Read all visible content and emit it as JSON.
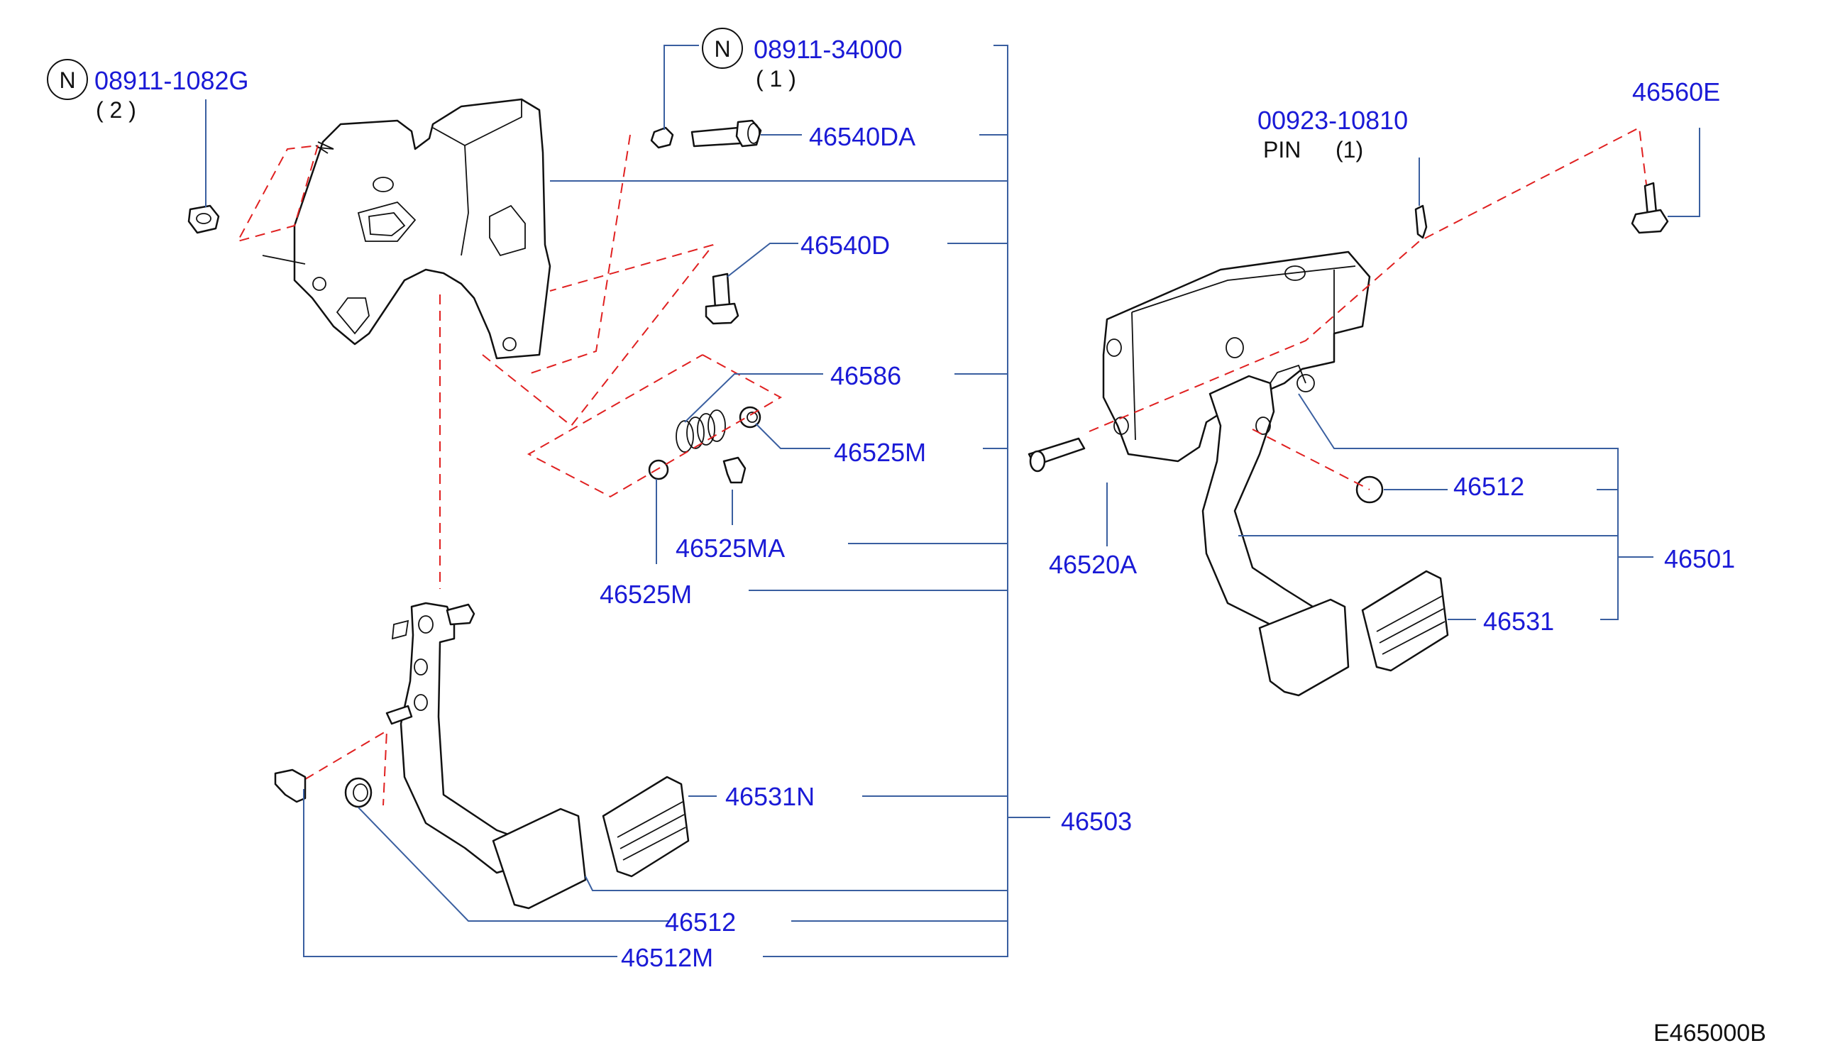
{
  "colors": {
    "label": "#1a1ad6",
    "leader": "#3a5fa0",
    "phantom_line": "#e02020",
    "outline": "#111111",
    "background": "#ffffff"
  },
  "labels": {
    "nut_left_part": "08911-1082G",
    "nut_left_qty": "( 2 )",
    "nut_top_part": "08911-34000",
    "nut_top_qty": "( 1 )",
    "n_symbol": "N",
    "bolt_da": "46540DA",
    "bolt_d": "46540D",
    "spring": "46586",
    "bushing_m_upper": "46525M",
    "clip_ma": "46525MA",
    "bushing_m_lower": "46525M",
    "pad_n": "46531N",
    "assembly_503": "46503",
    "stopper_left": "46512",
    "stopper_m": "46512M",
    "pin_part": "00923-10810",
    "pin_desc": "PIN",
    "pin_qty": "(1)",
    "bolt_e": "46560E",
    "stopper_right": "46512",
    "assembly_501": "46501",
    "pin_a": "46520A",
    "pad_right": "46531",
    "drawing_code": "E465000B"
  }
}
